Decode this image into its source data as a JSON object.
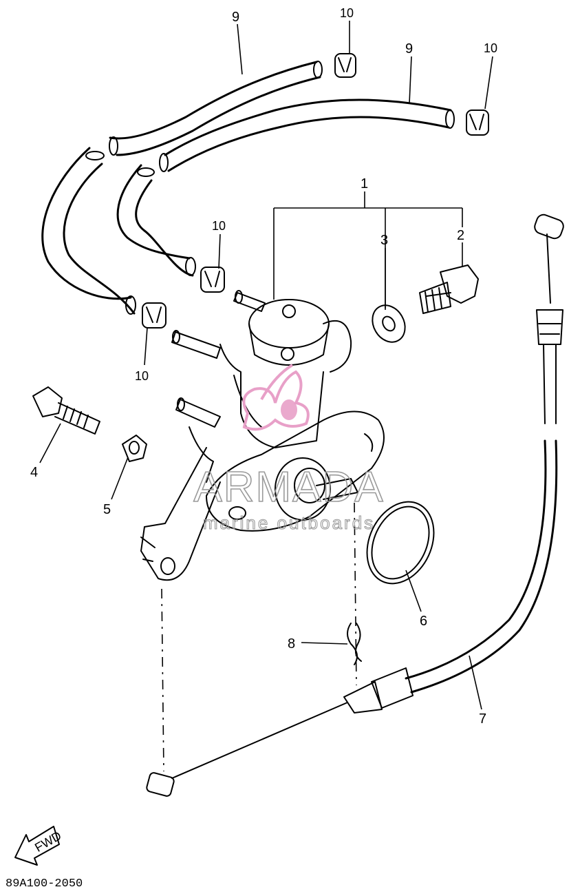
{
  "diagram": {
    "callouts": {
      "c1": "1",
      "c2": "2",
      "c3": "3",
      "c4": "4",
      "c5": "5",
      "c6": "6",
      "c7": "7",
      "c8": "8",
      "c9a": "9",
      "c9b": "9",
      "c10a": "10",
      "c10b": "10",
      "c10c": "10",
      "c10d": "10"
    },
    "fwd_label": "FWD",
    "drawing_code": "89A100-2050"
  },
  "watermark": {
    "brand": "ARMADA",
    "tagline": "marine outboards",
    "logo_color": "#e8a0c8"
  }
}
